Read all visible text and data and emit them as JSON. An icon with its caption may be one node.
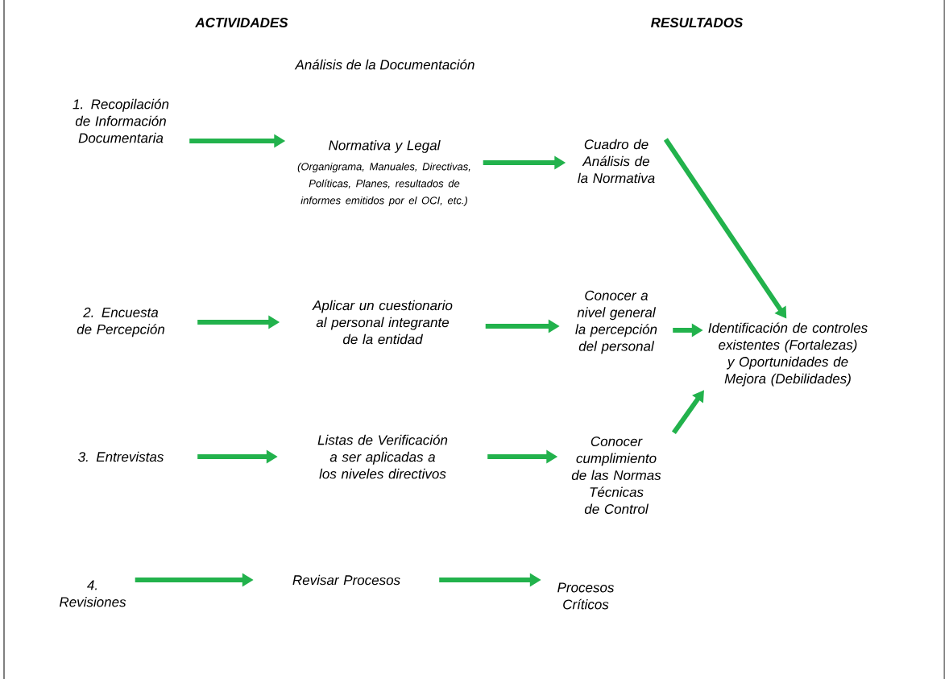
{
  "diagram": {
    "nodes": [
      {
        "text": [
          "1. Recopilación de Información Documentaria"
        ]
      },
      {
        "text": [
          "Normativa y Legal",
          "(Organigrama, Manuales, Directivas, Políticas, Planes, resultados de informes emitidos por el OCI, etc.)"
        ]
      },
      {
        "text": [
          "Cuadro de Análisis de la Normativa"
        ]
      },
      {
        "text": [
          "2. Encuesta de Percepción"
        ]
      },
      {
        "text": [
          "Aplicar un cuestionario al personal integrante de la entidad"
        ]
      },
      {
        "text": [
          "Conocer a nivel general la percepción del personal"
        ]
      },
      {
        "text": [
          "Identificación de controles existentes (Fortalezas) y Oportunidades de Mejora (Debilidades)"
        ]
      },
      {
        "text": [
          "3. Entrevistas"
        ]
      },
      {
        "text": [
          "Listas de Verificación a ser aplicadas a los niveles directivos"
        ]
      },
      {
        "text": [
          "Conocer cumplimiento de las Normas Técnicas de Control"
        ]
      },
      {
        "text": [
          "4. Revisiones"
        ]
      },
      {
        "text": [
          "Revisar Procesos"
        ]
      },
      {
        "text": [
          "Procesos Críticos"
        ]
      }
    ],
    "edges": [
      {
        "from": 0,
        "to": 1,
        "arrow": "to"
      },
      {
        "from": 1,
        "to": 2,
        "arrow": "to"
      },
      {
        "from": 2,
        "to": 6,
        "arrow": "to"
      },
      {
        "from": 3,
        "to": 4,
        "arrow": "to"
      },
      {
        "from": 4,
        "to": 5,
        "arrow": "to"
      },
      {
        "from": 5,
        "to": 6,
        "arrow": "to"
      },
      {
        "from": 7,
        "to": 8,
        "arrow": "to"
      },
      {
        "from": 8,
        "to": 9,
        "arrow": "to"
      },
      {
        "from": 9,
        "to": 6,
        "arrow": "to"
      },
      {
        "from": 10,
        "to": 11,
        "arrow": "to"
      },
      {
        "from": 11,
        "to": 12,
        "arrow": "to"
      }
    ],
    "labels": [
      "ACTIVIDADES",
      "RESULTADOS",
      "Análisis de la Documentación"
    ]
  }
}
